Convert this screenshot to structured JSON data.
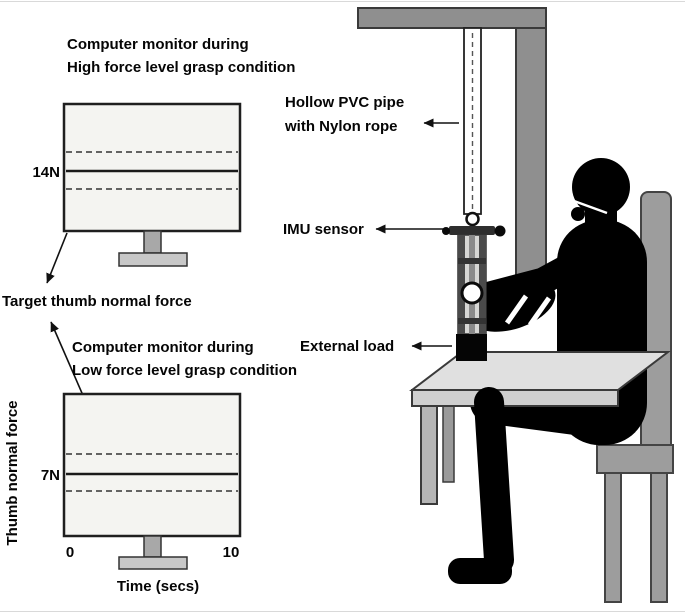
{
  "monitor_high": {
    "title_line1": "Computer monitor during",
    "title_line2": "High force level grasp condition",
    "force_label": "14N"
  },
  "monitor_low": {
    "title_line1": "Computer monitor during",
    "title_line2": "Low force level grasp condition",
    "force_label": "7N"
  },
  "annotations": {
    "target_force": "Target thumb normal force",
    "y_axis": "Thumb normal force",
    "x_start": "0",
    "x_end": "10",
    "x_axis": "Time (secs)",
    "pvc_line1": "Hollow PVC pipe",
    "pvc_line2": "with Nylon rope",
    "imu": "IMU sensor",
    "load": "External load"
  },
  "colors": {
    "frame_gray": "#8f8f8f",
    "table_top_gray": "#e0e0e0",
    "table_face_gray": "#cfcfcf",
    "chair_gray": "#9d9d9d",
    "screen_fill": "#f4f4f1",
    "stand_gray": "#a8a8a8",
    "silhouette": "#000000",
    "line_dark": "#111111"
  }
}
